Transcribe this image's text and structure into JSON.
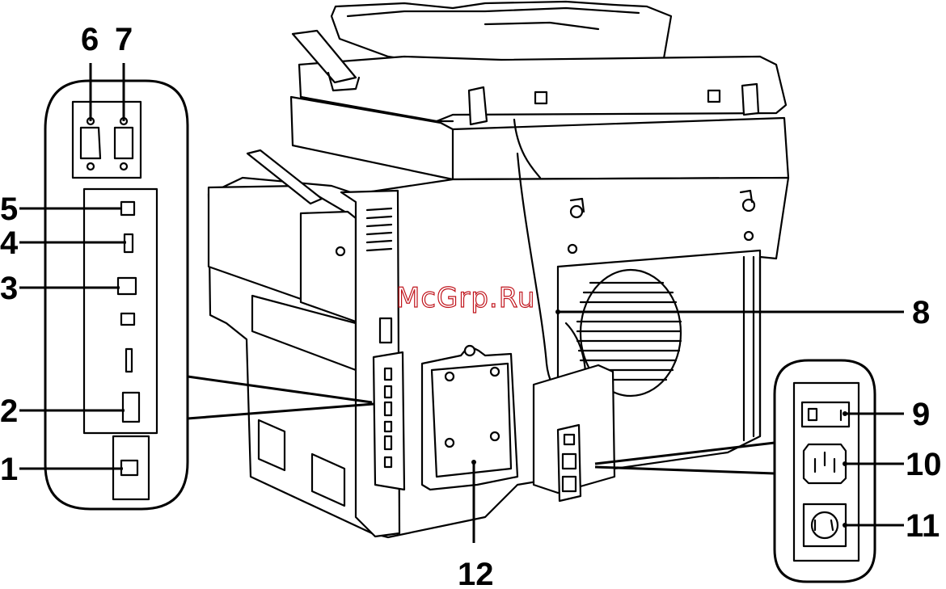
{
  "watermark": "McGrp.Ru",
  "callouts": {
    "c1": "1",
    "c2": "2",
    "c3": "3",
    "c4": "4",
    "c5": "5",
    "c6": "6",
    "c7": "7",
    "c8": "8",
    "c9": "9",
    "c10": "10",
    "c11": "11",
    "c12": "12"
  }
}
